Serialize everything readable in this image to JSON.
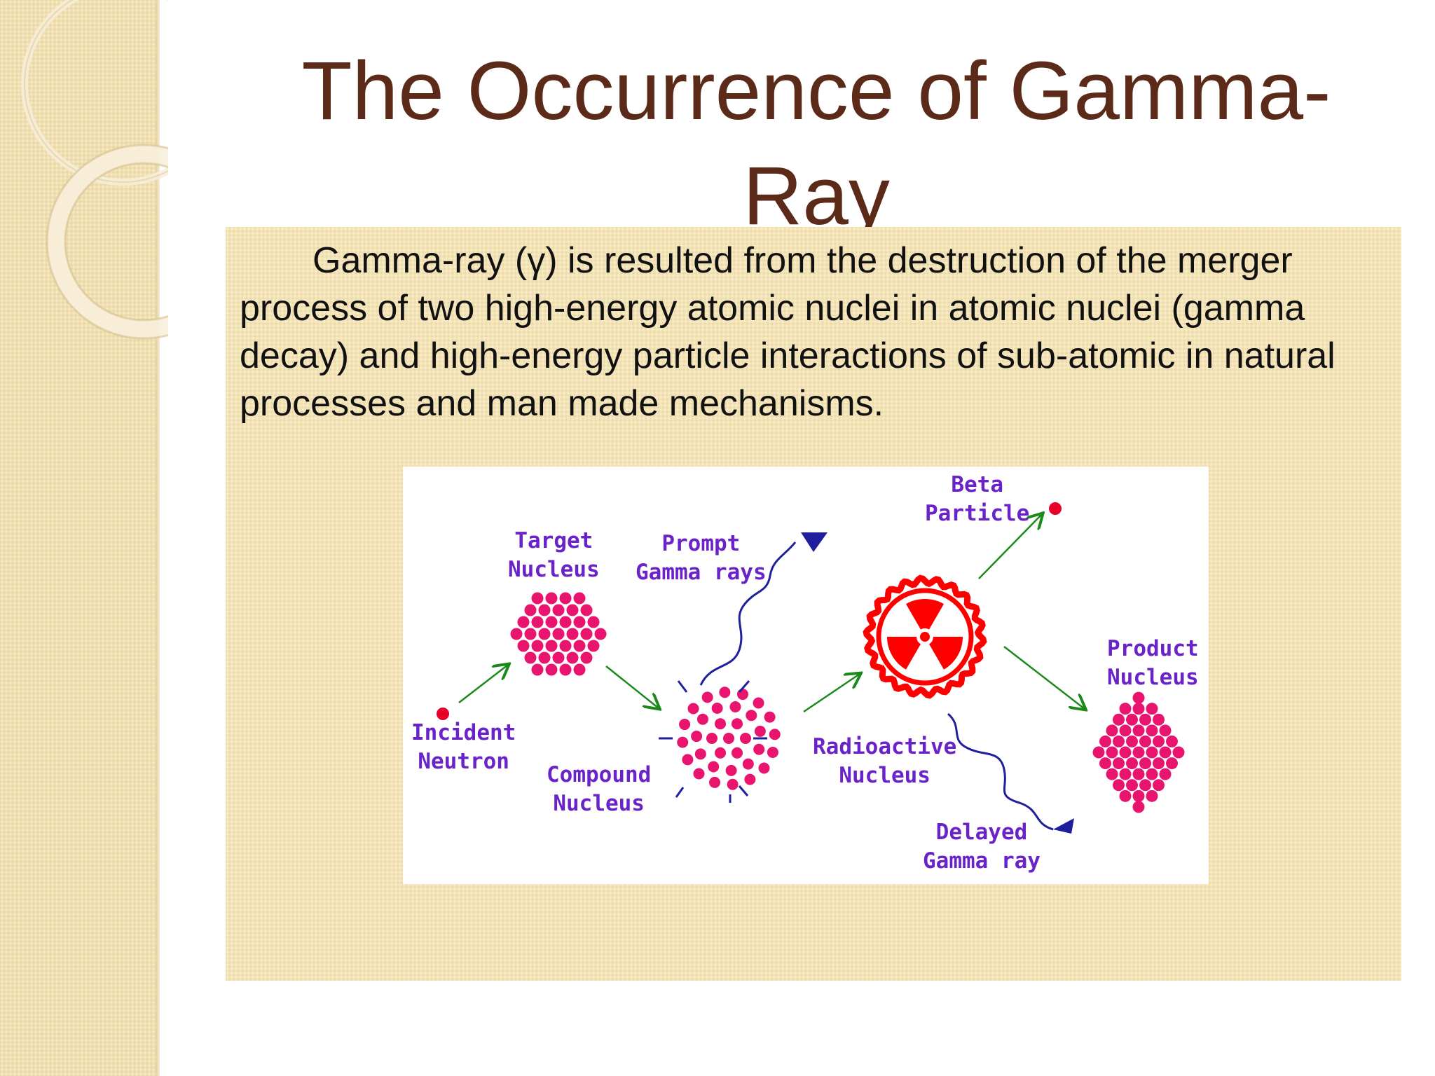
{
  "slide": {
    "title_line1": "The Occurrence of Gamma-",
    "title_line2": "Ray",
    "body_text": "Gamma-ray (γ) is resulted from the destruction of the merger process of two high-energy atomic nuclei in atomic nuclei (gamma decay) and high-energy particle interactions of sub-atomic in natural processes and man made mechanisms."
  },
  "diagram": {
    "labels": {
      "target_nucleus": [
        "Target",
        "Nucleus"
      ],
      "prompt_gamma": [
        "Prompt",
        "Gamma rays"
      ],
      "beta_particle": [
        "Beta",
        "Particle"
      ],
      "product_nucleus": [
        "Product",
        "Nucleus"
      ],
      "incident_neutron": [
        "Incident",
        "Neutron"
      ],
      "compound_nucleus": [
        "Compound",
        "Nucleus"
      ],
      "radioactive_nucleus": [
        "Radioactive",
        "Nucleus"
      ],
      "delayed_gamma": [
        "Delayed",
        "Gamma ray"
      ]
    },
    "colors": {
      "label": "#6a22c9",
      "nucleon": "#e8146e",
      "particle": "#e8002a",
      "arrow": "#1b8a1b",
      "wave": "#1f1f9e",
      "radiation_red": "#ff0000"
    }
  }
}
